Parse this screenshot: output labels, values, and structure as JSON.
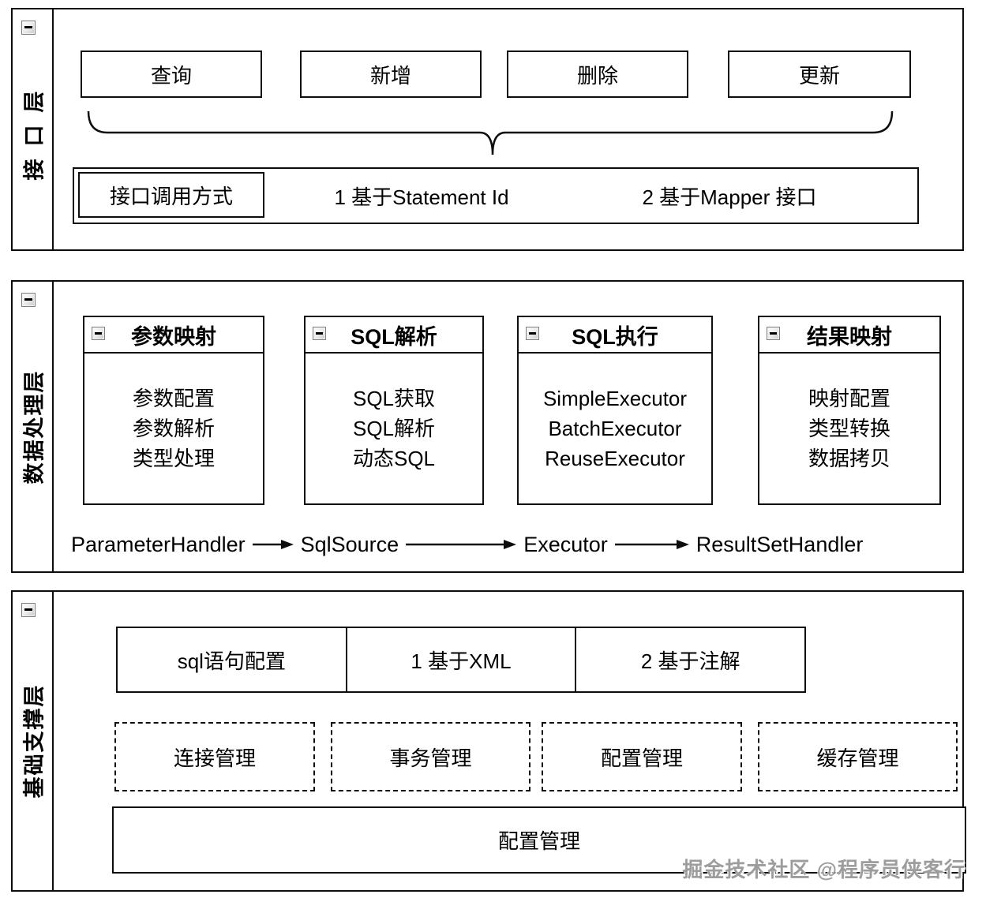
{
  "sections": [
    {
      "label": "接口层",
      "buttons": [
        "查询",
        "新增",
        "删除",
        "更新"
      ],
      "call_row": {
        "label": "接口调用方式",
        "item1": "1 基于Statement Id",
        "item2": "2 基于Mapper 接口"
      }
    },
    {
      "label": "数据处理层",
      "boxes": [
        {
          "title": "参数映射",
          "items": [
            "参数配置",
            "参数解析",
            "类型处理"
          ]
        },
        {
          "title": "SQL解析",
          "items": [
            "SQL获取",
            "SQL解析",
            "动态SQL"
          ]
        },
        {
          "title": "SQL执行",
          "items": [
            "SimpleExecutor",
            "BatchExecutor",
            "ReuseExecutor"
          ]
        },
        {
          "title": "结果映射",
          "items": [
            "映射配置",
            "类型转换",
            "数据拷贝"
          ]
        }
      ],
      "flow": [
        "ParameterHandler",
        "SqlSource",
        "Executor",
        "ResultSetHandler"
      ]
    },
    {
      "label": "基础支撑层",
      "sql_row": {
        "label": "sql语句配置",
        "item1": "1 基于XML",
        "item2": "2 基于注解"
      },
      "dashed_boxes": [
        "连接管理",
        "事务管理",
        "配置管理",
        "缓存管理"
      ],
      "bottom_box": "配置管理"
    }
  ],
  "watermark": "掘金技术社区 @程序员侠客行",
  "colors": {
    "border": "#0d0d0d",
    "watermark": "#9d9d9d"
  }
}
